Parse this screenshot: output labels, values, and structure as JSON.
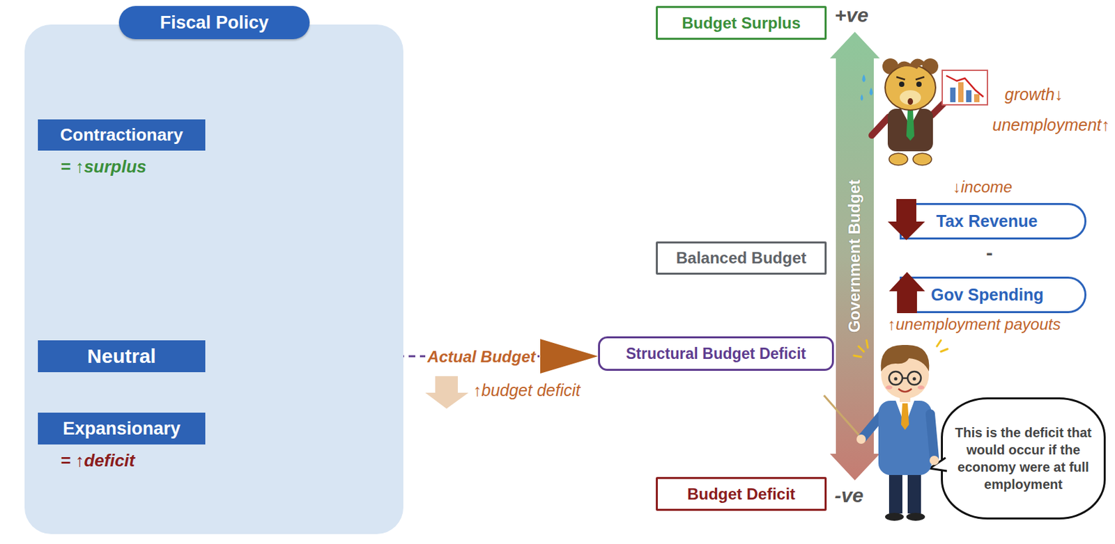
{
  "diagram": {
    "nodes": [
      {
        "text": [
          "Fiscal Policy"
        ]
      },
      {
        "text": [
          "Contractionary",
          "= ↑surplus"
        ],
        "in": 0
      },
      {
        "text": [
          "Neutral"
        ],
        "in": 0
      },
      {
        "text": [
          "Expansionary",
          "= ↑deficit"
        ],
        "in": 0
      },
      {
        "text": [
          "Budget Surplus"
        ]
      },
      {
        "text": [
          "Government Budget"
        ]
      },
      {
        "text": [
          "Balanced Budget"
        ]
      },
      {
        "text": [
          "Structural Budget Deficit"
        ]
      },
      {
        "text": [
          "Budget Deficit"
        ]
      },
      {
        "text": [
          "Tax Revenue"
        ]
      },
      {
        "text": [
          "Gov Spending"
        ]
      },
      {
        "text": [
          "This is the deficit that would occur if the economy were at full employment"
        ]
      }
    ],
    "edges": [
      {
        "from": 2,
        "to": 7,
        "arrow": "to",
        "label": "Actual Budget"
      }
    ],
    "labels": [
      "+ve",
      "growth↓",
      "unemployment↑",
      "↓income",
      "-",
      "↑unemployment payouts",
      "↑budget deficit",
      "-ve"
    ]
  }
}
